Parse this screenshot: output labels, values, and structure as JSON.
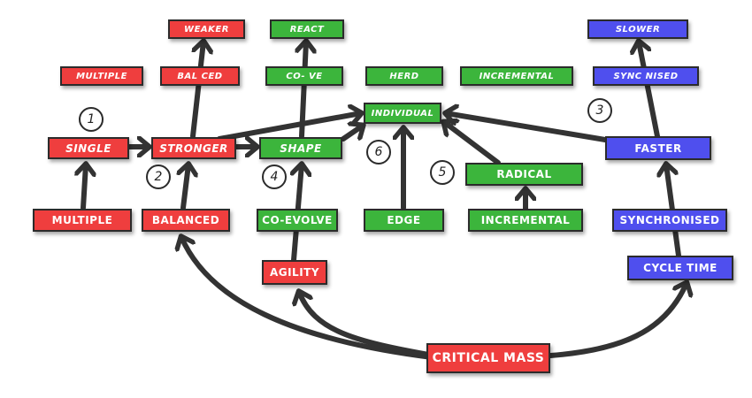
{
  "colors": {
    "red": "#ef3e3e",
    "green": "#3cb53c",
    "blue": "#4f4fee",
    "arrow": "#333333"
  },
  "top_row": {
    "weaker": "WEAKER",
    "react": "REACT",
    "slower": "SLOWER"
  },
  "faded_row": {
    "multiple": "MULTIPLE",
    "balanced": "BAL CED",
    "coevolve": "CO- VE",
    "herd": "HERD",
    "incremental": "INCREMENTAL",
    "synchronised": "SYNC NISED"
  },
  "main_row": {
    "single": "SINGLE",
    "stronger": "STRONGER",
    "shape": "SHAPE",
    "individual": "INDIVIDUAL",
    "radical": "RADICAL",
    "faster": "FASTER"
  },
  "lower_row": {
    "multiple": "MULTIPLE",
    "balanced": "BALANCED",
    "coevolve": "CO-EVOLVE",
    "edge": "EDGE",
    "incremental": "INCREMENTAL",
    "synchronised": "SYNCHRONISED"
  },
  "bottom": {
    "agility": "AGILITY",
    "cycle_time": "CYCLE TIME",
    "critical_mass": "CRITICAL MASS"
  },
  "step_numbers": {
    "n1": "1",
    "n2": "2",
    "n3": "3",
    "n4": "4",
    "n5": "5",
    "n6": "6"
  }
}
